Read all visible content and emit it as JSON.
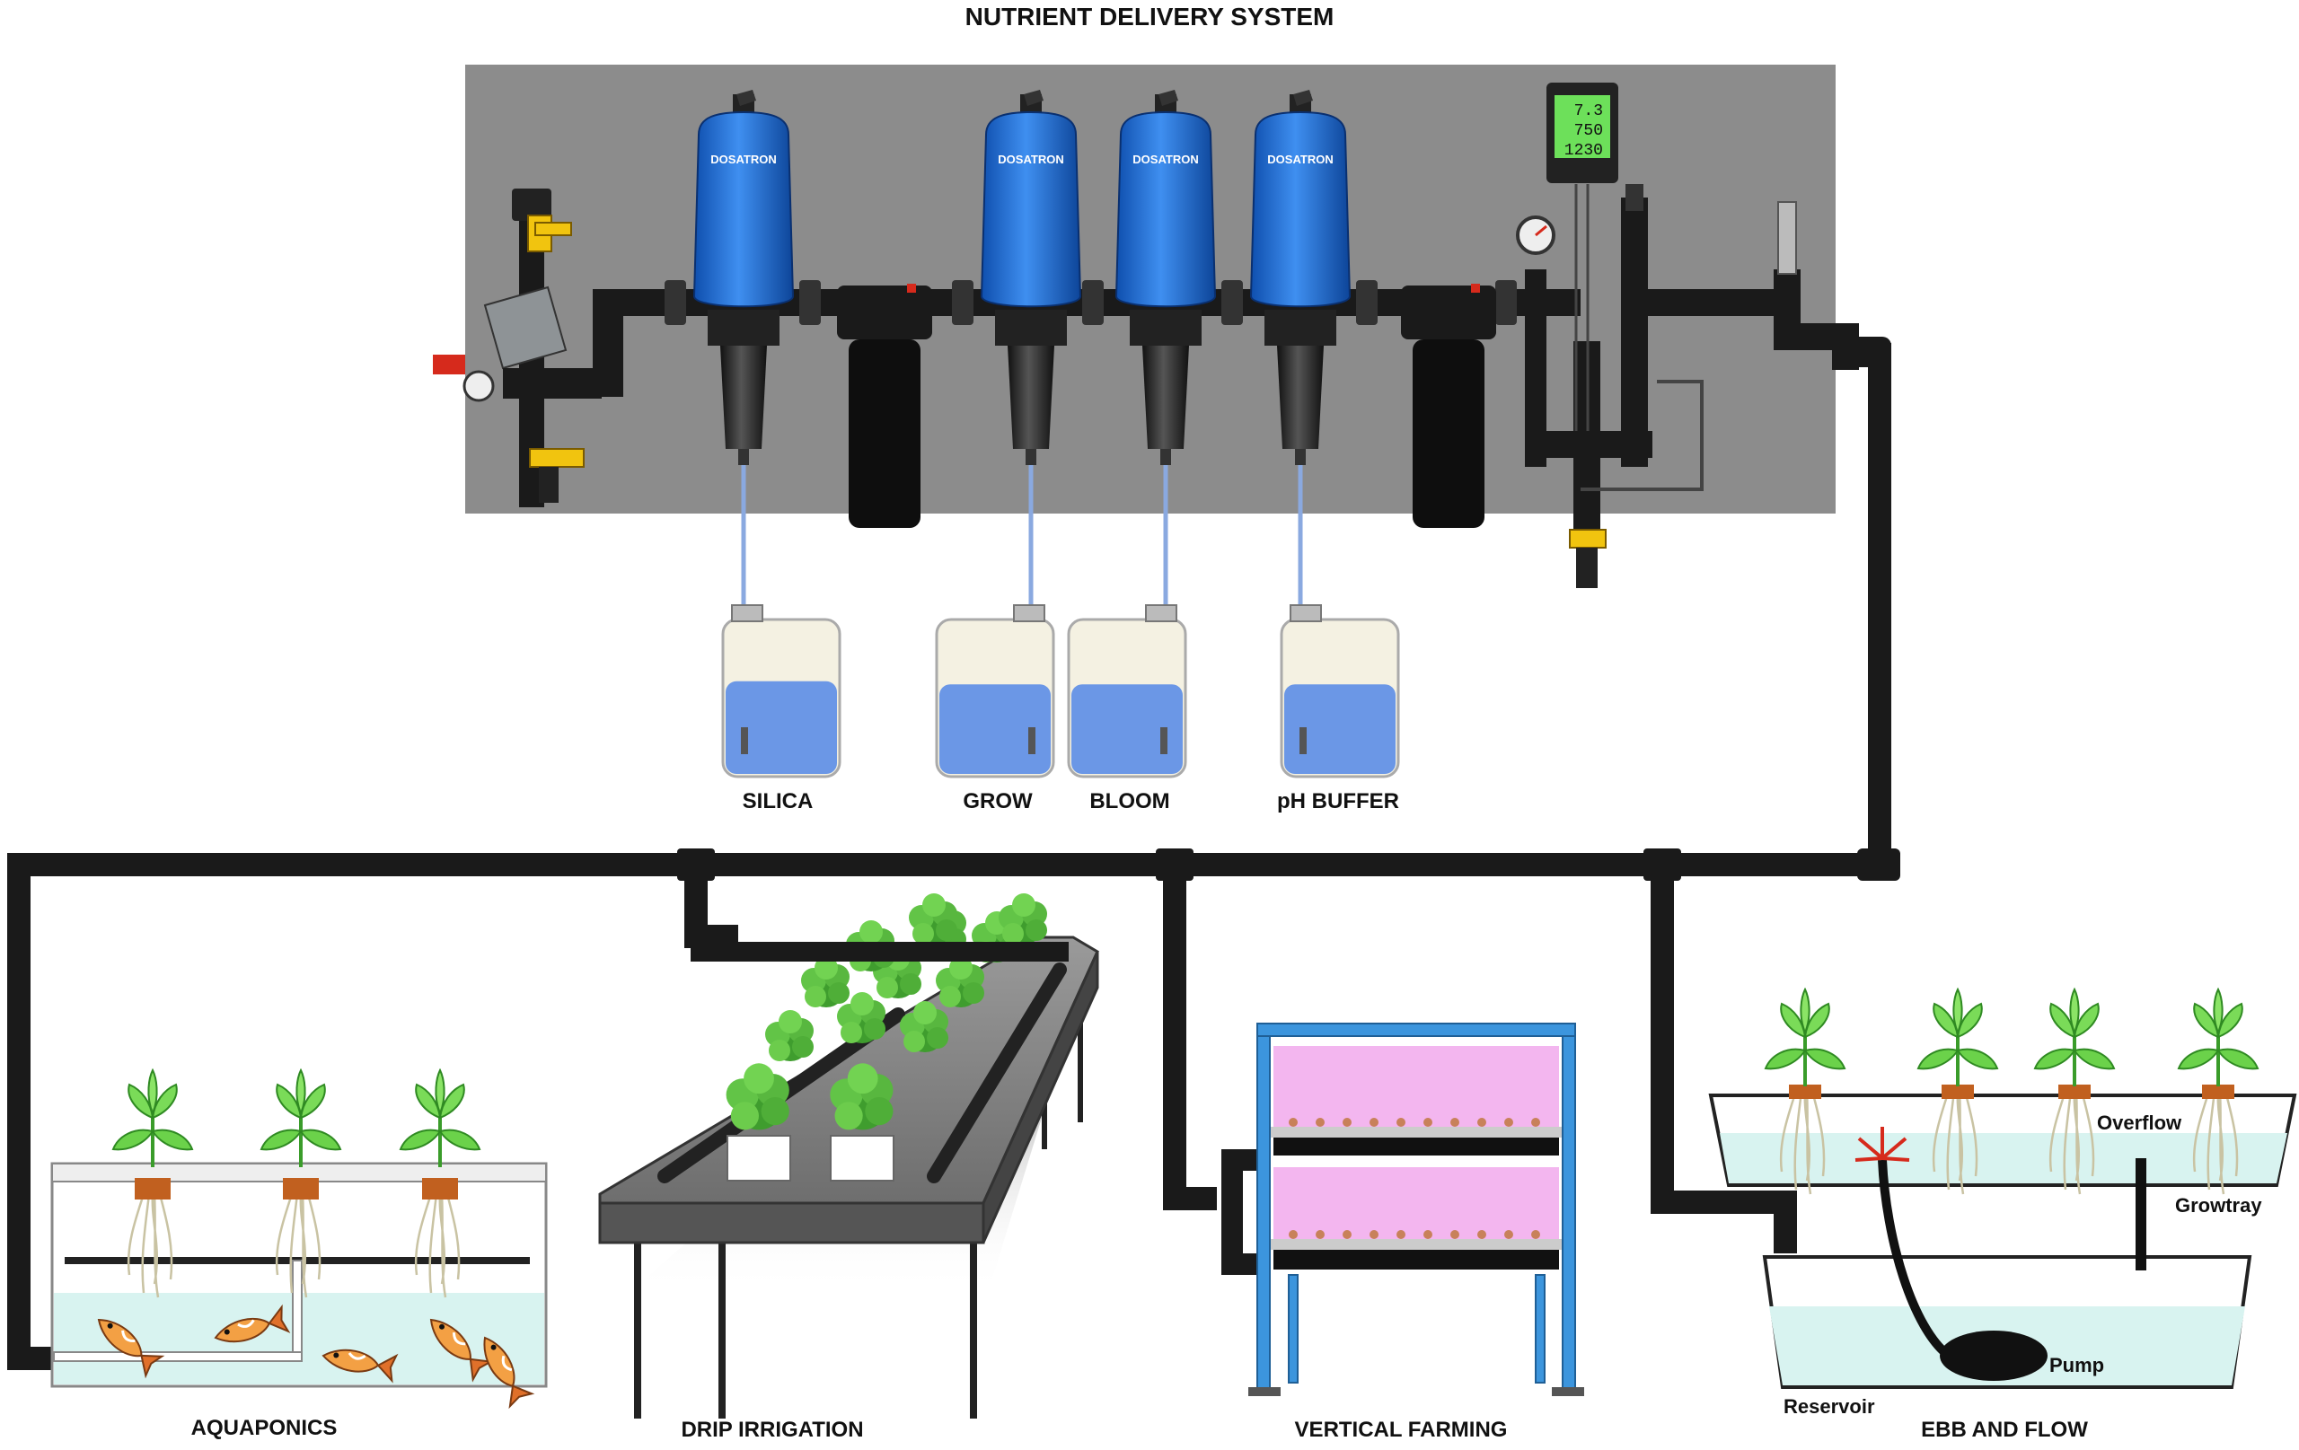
{
  "title": "NUTRIENT DELIVERY SYSTEM",
  "brand": "DOSATRON",
  "meter": {
    "line1": "7.3",
    "line2": "750",
    "line3": "1230"
  },
  "containers": [
    {
      "label": "SILICA",
      "fill": 0.6
    },
    {
      "label": "GROW",
      "fill": 0.58
    },
    {
      "label": "BLOOM",
      "fill": 0.58
    },
    {
      "label": "pH BUFFER",
      "fill": 0.58
    }
  ],
  "systems": {
    "aquaponics": "AQUAPONICS",
    "drip": "DRIP IRRIGATION",
    "vertical": "VERTICAL FARMING",
    "ebb": "EBB AND FLOW"
  },
  "ebb_labels": {
    "overflow": "Overflow",
    "growtray": "Growtray",
    "pump": "Pump",
    "reservoir": "Reservoir"
  },
  "colors": {
    "panel": "#8c8c8c",
    "dosatron": "#1f6fd6",
    "pipe": "#1a1a1a",
    "nutrient": "#6b97e6",
    "water": "#d8f3f0",
    "leaf": "#59c43a",
    "rack": "#3c95dd",
    "grow_light": "#f3b6ef"
  }
}
